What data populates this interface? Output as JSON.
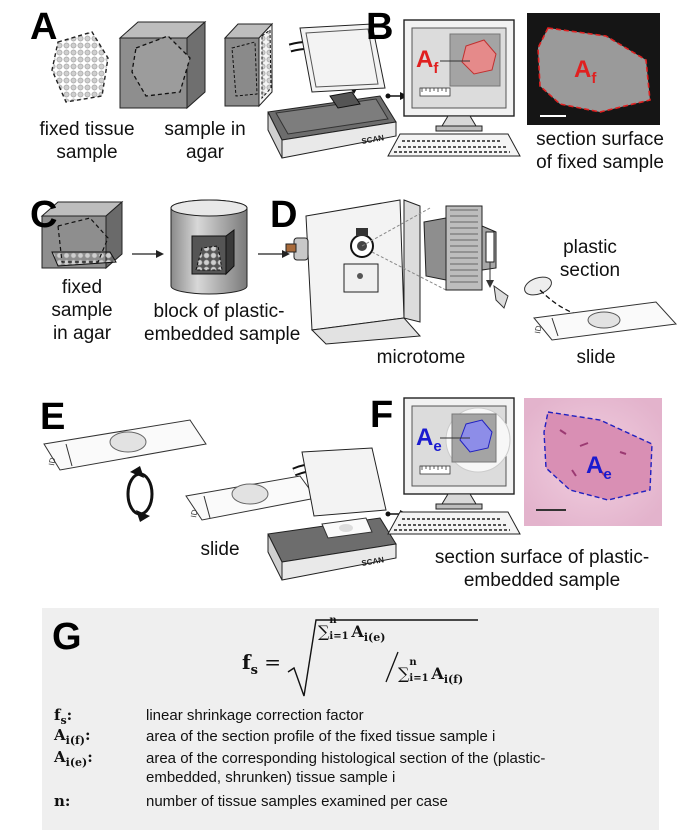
{
  "panels": {
    "A": {
      "letter": "A",
      "fixed_tissue_label": [
        "fixed tissue",
        "sample"
      ],
      "agar_label": [
        "sample in",
        "agar"
      ],
      "scanner_text": "SCAN"
    },
    "B": {
      "letter": "B",
      "area_symbol": "A",
      "area_subscript": "f",
      "caption": [
        "section surface",
        "of fixed sample"
      ]
    },
    "C": {
      "letter": "C",
      "fixed_agar_label": [
        "fixed",
        "sample",
        "in agar"
      ],
      "block_label": [
        "block of plastic-",
        "embedded sample"
      ]
    },
    "D": {
      "letter": "D",
      "microtome_label": "microtome",
      "section_label": [
        "plastic",
        "section"
      ],
      "slide_label": "slide",
      "slide_id": "ID"
    },
    "E": {
      "letter": "E",
      "slide_label": "slide",
      "slide_id": "ID",
      "scanner_text": "SCAN"
    },
    "F": {
      "letter": "F",
      "area_symbol": "A",
      "area_subscript": "e",
      "caption": [
        "section surface of plastic-",
        "embedded sample"
      ]
    },
    "G": {
      "letter": "G",
      "formula": {
        "lhs": "f",
        "lhs_sub": "s",
        "num_sum": "∑",
        "num_top": "n",
        "num_bottom": "i=1",
        "num_term": "A",
        "num_term_sub": "i(e)",
        "den_term_sub": "i(f)"
      },
      "definitions": [
        {
          "symbol": "f",
          "sub": "s",
          "suffix": ":",
          "text": "linear shrinkage correction factor"
        },
        {
          "symbol": "A",
          "sub": "i(f)",
          "suffix": ":",
          "text": "area of the section profile of the fixed tissue sample i"
        },
        {
          "symbol": "A",
          "sub": "i(e)",
          "suffix": ":",
          "text": "area of the corresponding histological section of the (plastic-"
        },
        {
          "symbol": "",
          "sub": "",
          "suffix": "",
          "text": "embedded, shrunken) tissue sample i"
        },
        {
          "symbol": "n",
          "sub": "",
          "suffix": ":",
          "text": "number of tissue samples examined per case"
        }
      ]
    }
  },
  "colors": {
    "area_fixed": "#e02020",
    "area_embedded": "#1a1ad0",
    "tissue_pink": "#d98fb4",
    "g_box_bg": "#efefef"
  }
}
